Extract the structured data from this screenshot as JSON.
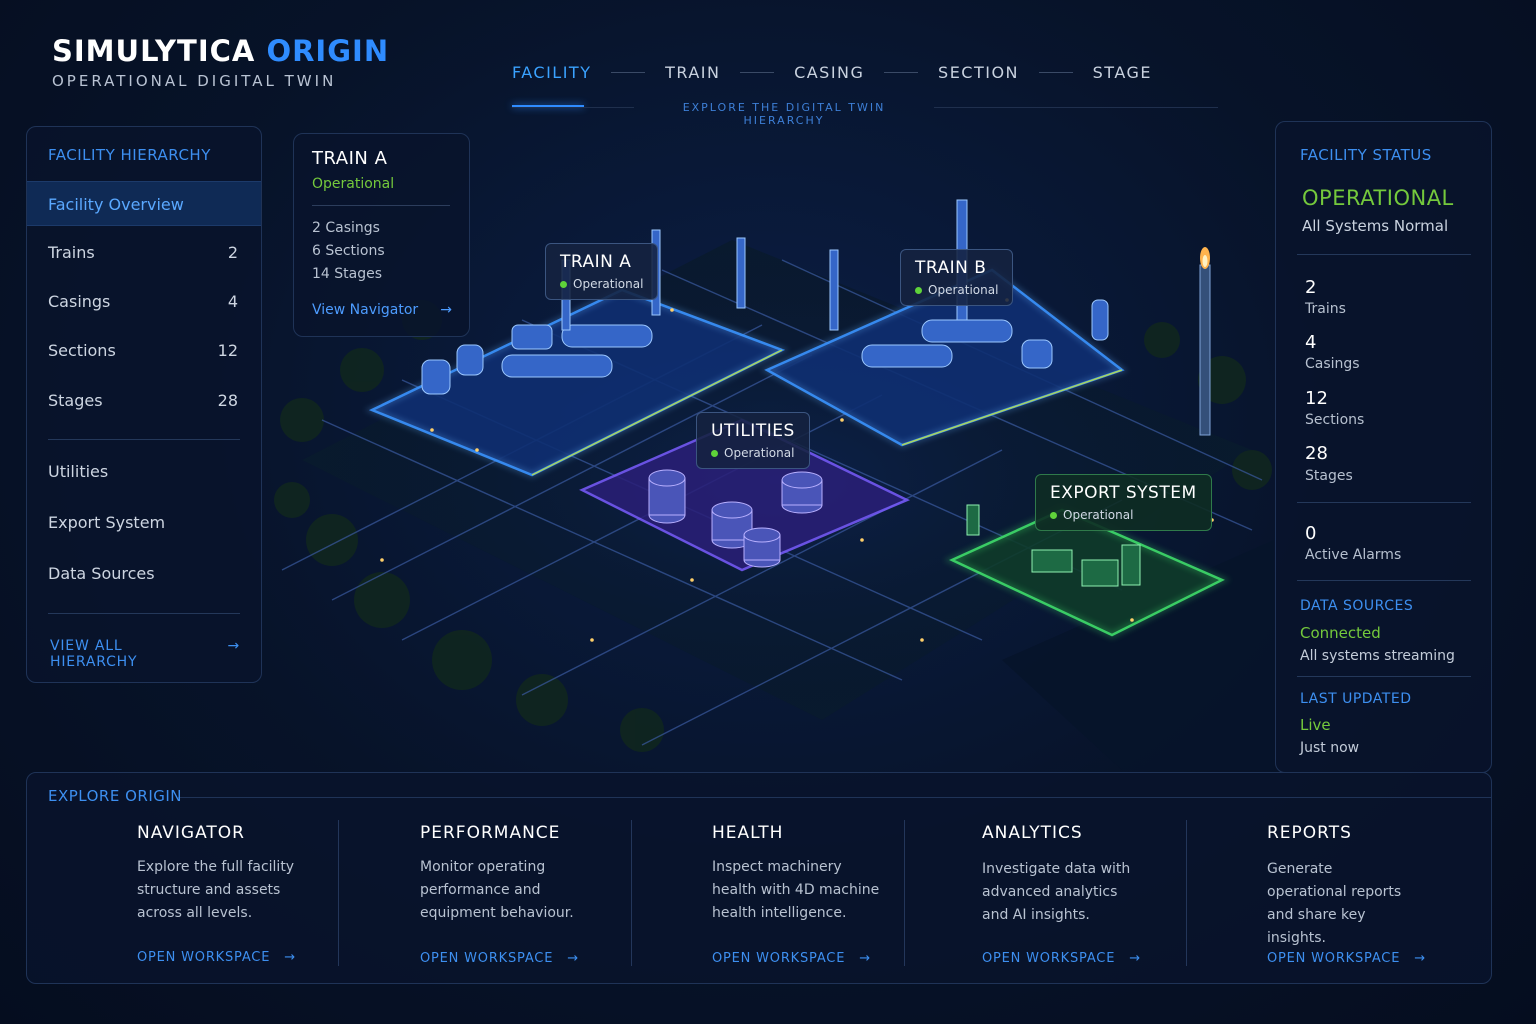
{
  "brand": {
    "title_main": "SIMULYTICA",
    "title_accent": "ORIGIN",
    "subtitle": "OPERATIONAL DIGITAL TWIN"
  },
  "nav": {
    "items": [
      "FACILITY",
      "TRAIN",
      "CASING",
      "SECTION",
      "STAGE"
    ],
    "active": "FACILITY",
    "hint": "EXPLORE THE DIGITAL TWIN HIERARCHY"
  },
  "hierarchy": {
    "heading": "FACILITY HIERARCHY",
    "items": [
      {
        "label": "Facility Overview",
        "count": ""
      },
      {
        "label": "Trains",
        "count": "2"
      },
      {
        "label": "Casings",
        "count": "4"
      },
      {
        "label": "Sections",
        "count": "12"
      },
      {
        "label": "Stages",
        "count": "28"
      },
      {
        "label": "Utilities",
        "count": ""
      },
      {
        "label": "Export System",
        "count": ""
      },
      {
        "label": "Data Sources",
        "count": ""
      }
    ],
    "view_all": "VIEW ALL HIERARCHY",
    "arrow": "→"
  },
  "info_card": {
    "title": "TRAIN A",
    "status": "Operational",
    "lines": [
      "2 Casings",
      "6 Sections",
      "14 Stages"
    ],
    "link": "View Navigator",
    "arrow": "→"
  },
  "scene_labels": [
    {
      "title": "TRAIN A",
      "status": "Operational"
    },
    {
      "title": "TRAIN B",
      "status": "Operational"
    },
    {
      "title": "UTILITIES",
      "status": "Operational"
    },
    {
      "title": "EXPORT SYSTEM",
      "status": "Operational"
    }
  ],
  "status": {
    "heading": "FACILITY STATUS",
    "state": "OPERATIONAL",
    "state_sub": "All Systems Normal",
    "stats": [
      {
        "value": "2",
        "label": "Trains"
      },
      {
        "value": "4",
        "label": "Casings"
      },
      {
        "value": "12",
        "label": "Sections"
      },
      {
        "value": "28",
        "label": "Stages"
      }
    ],
    "alarms": {
      "value": "0",
      "label": "Active Alarms"
    },
    "data_sources": {
      "heading": "DATA SOURCES",
      "state": "Connected",
      "detail": "All systems streaming"
    },
    "last_updated": {
      "heading": "LAST UPDATED",
      "state": "Live",
      "detail": "Just now"
    }
  },
  "explore": {
    "heading": "EXPLORE ORIGIN",
    "cards": [
      {
        "title": "NAVIGATOR",
        "desc": "Explore the full facility structure and assets across all levels.",
        "link": "OPEN WORKSPACE"
      },
      {
        "title": "PERFORMANCE",
        "desc": "Monitor operating performance and equipment behaviour.",
        "link": "OPEN WORKSPACE"
      },
      {
        "title": "HEALTH",
        "desc": "Inspect machinery health with 4D machine health intelligence.",
        "link": "OPEN WORKSPACE"
      },
      {
        "title": "ANALYTICS",
        "desc": "Investigate data with advanced analytics and AI insights.",
        "link": "OPEN WORKSPACE"
      },
      {
        "title": "REPORTS",
        "desc": "Generate operational reports and share key insights.",
        "link": "OPEN WORKSPACE"
      }
    ],
    "arrow": "→"
  },
  "colors": {
    "accent": "#2f8cff",
    "ok": "#74c93c",
    "train": "#2f7cff",
    "utilities": "#7a5cff",
    "export": "#3fdc6a"
  },
  "icons": [
    "arrow-right-icon",
    "status-dot-icon",
    "flare-icon"
  ]
}
